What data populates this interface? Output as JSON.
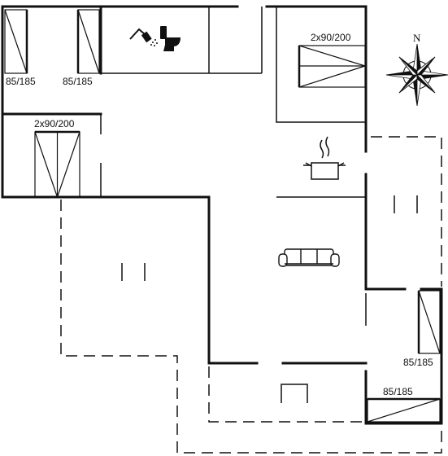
{
  "compass": {
    "north_label": "N"
  },
  "beds": {
    "bed_top_left": "85/185",
    "bed_top_second": "85/185",
    "bed_top_right_double": "2x90/200",
    "bed_mid_left_double": "2x90/200",
    "bed_bottom_right_vertical": "85/185",
    "bed_bottom_right_horizontal": "85/185"
  },
  "icons": {
    "shower": "shower-icon",
    "toilet": "toilet-icon",
    "cooking_pot": "cooking-pot-icon",
    "sofa": "sofa-icon",
    "compass_rose": "compass-rose-icon"
  },
  "colors": {
    "line": "#111111",
    "background": "#ffffff"
  }
}
